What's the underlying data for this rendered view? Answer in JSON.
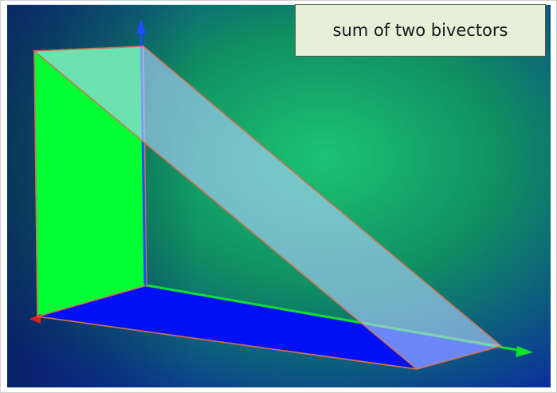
{
  "caption": {
    "text": "sum of two bivectors"
  },
  "colors": {
    "background_center": "#19b56a",
    "background_edge": "#0c2c9a",
    "plane_green": "#00ff33",
    "plane_blue": "#0010f5",
    "plane_sum": "#a6c8ff",
    "edge_line": "#d07050",
    "axis_blue": "#1e4cff",
    "axis_green": "#10e030",
    "axis_red": "#e02020",
    "caption_bg": "#e6efd8"
  },
  "axes": {
    "z": {
      "color": "axis_blue",
      "icon": "arrow-up"
    },
    "x": {
      "color": "axis_green",
      "icon": "arrow-right"
    },
    "origin_red": {
      "color": "axis_red",
      "icon": "arrow-left"
    }
  }
}
